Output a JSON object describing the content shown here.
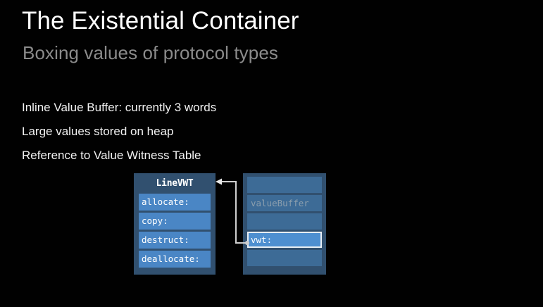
{
  "slide": {
    "title": "The Existential Container",
    "subtitle": "Boxing values of protocol types",
    "background_color": "#010101",
    "title_color": "#ffffff",
    "subtitle_color": "#8b8b8b"
  },
  "bullets": [
    {
      "text": "Inline Value Buffer: currently 3 words"
    },
    {
      "text": "Large values stored on heap"
    },
    {
      "text": "Reference to Value Witness Table"
    }
  ],
  "diagram": {
    "vwt_table": {
      "title": "LineVWT",
      "box_color": "#31506f",
      "row_color": "#4a86c5",
      "rows": [
        {
          "label": "allocate:"
        },
        {
          "label": "copy:"
        },
        {
          "label": "destruct:"
        },
        {
          "label": "deallocate:"
        }
      ]
    },
    "existential_container": {
      "box_color": "#31506f",
      "slot_color": "#3d6b96",
      "highlight_color": "#4e8fd0",
      "highlight_border_color": "#e8eef3",
      "value_buffer_label_color": "#8c9fae",
      "slots": [
        {
          "label": "",
          "highlight": false
        },
        {
          "label": "valueBuffer",
          "highlight": false
        },
        {
          "label": "",
          "highlight": false
        },
        {
          "label": "vwt:",
          "highlight": true
        },
        {
          "label": "",
          "highlight": false
        }
      ]
    },
    "connector": {
      "from": "vwt:",
      "to": "LineVWT",
      "color": "#cfcfcf"
    }
  }
}
